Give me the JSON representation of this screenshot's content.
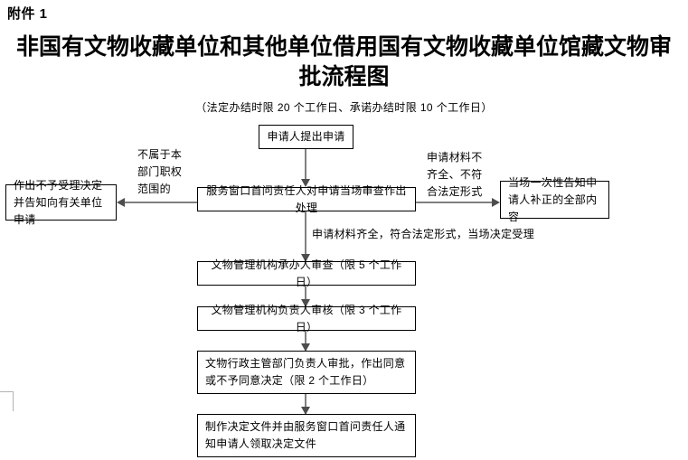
{
  "document": {
    "attachment_label": "附件 1",
    "title": "非国有文物收藏单位和其他单位借用国有文物收藏单位馆藏文物审批流程图",
    "subtitle": "（法定办结时限 20 个工作日、承诺办结时限 10 个工作日）"
  },
  "colors": {
    "border": "#000000",
    "connector": "#808080",
    "arrowhead": "#4d4d4d",
    "crop_mark": "#b3b3b3",
    "background": "#ffffff"
  },
  "flow": {
    "nodes": [
      {
        "id": "apply",
        "label": "申请人提出申请"
      },
      {
        "id": "window-review",
        "label": "服务窗口首问责任人对申请当场审查作出处理"
      },
      {
        "id": "reject-not-jurisdiction",
        "label": "作出不予受理决定并告知向有关单位申请"
      },
      {
        "id": "notify-supplement",
        "label": "当场一次性告知申请人补正的全部内容"
      },
      {
        "id": "staff-review",
        "label": "文物管理机构承办人审查（限 5 个工作日）"
      },
      {
        "id": "head-review",
        "label": "文物管理机构负责人审核（限 3 个工作日）"
      },
      {
        "id": "director-approval",
        "label": "文物行政主管部门负责人审批，作出同意或不予同意决定（限 2 个工作日）"
      },
      {
        "id": "issue-document",
        "label": "制作决定文件并由服务窗口首问责任人通知申请人领取决定文件"
      }
    ],
    "edge_labels": [
      {
        "id": "not-jurisdiction",
        "text": "不属于本\n部门职权\n范围的"
      },
      {
        "id": "incomplete-materials",
        "text": "申请材料不\n齐全、不符\n合法定形式"
      },
      {
        "id": "accepted",
        "text": "申请材料齐全，符合法定形式，当场决定受理"
      }
    ]
  }
}
